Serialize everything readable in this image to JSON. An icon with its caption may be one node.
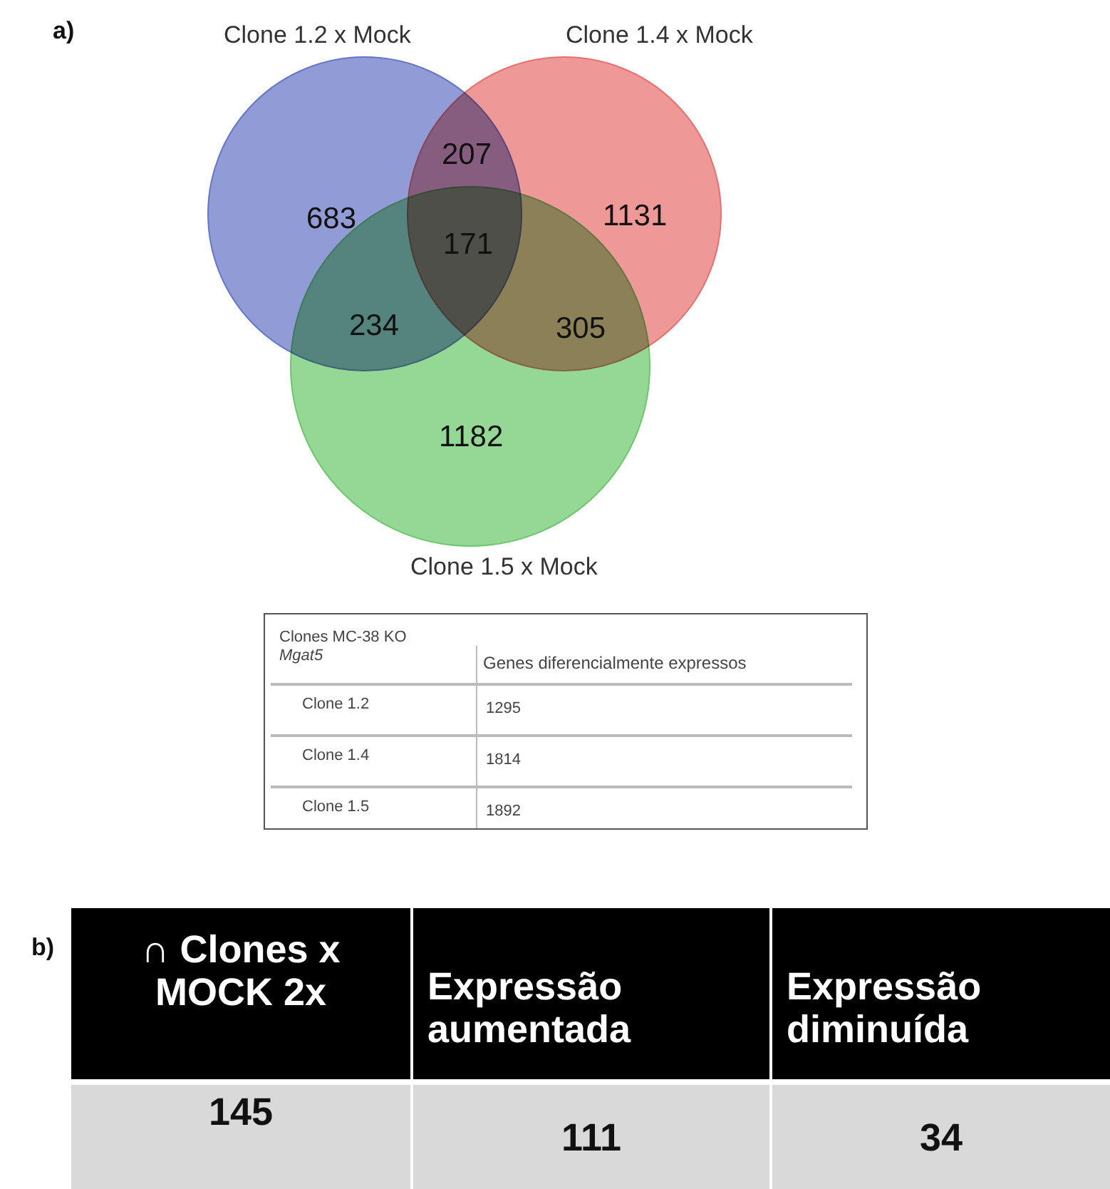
{
  "diagram": {
    "nodes": [
      {
        "text": [
          "Clone 1.2 x Mock",
          "683"
        ]
      },
      {
        "text": [
          "Clone 1.4 x Mock",
          "1131"
        ]
      },
      {
        "text": [
          "1182",
          "Clone 1.5 x Mock"
        ]
      }
    ],
    "labels": [
      "a)",
      "207",
      "171",
      "234",
      "305",
      "Clones MC-38 KO *Mgat5*",
      "Genes diferencialmente expressos",
      "Clone 1.2",
      "1295",
      "Clone 1.4",
      "1814",
      "Clone 1.5",
      "1892",
      "b)",
      "∩ Clones x MOCK 2x",
      "Expressão aumentada",
      "Expressão diminuída",
      "145",
      "111",
      "34"
    ]
  }
}
